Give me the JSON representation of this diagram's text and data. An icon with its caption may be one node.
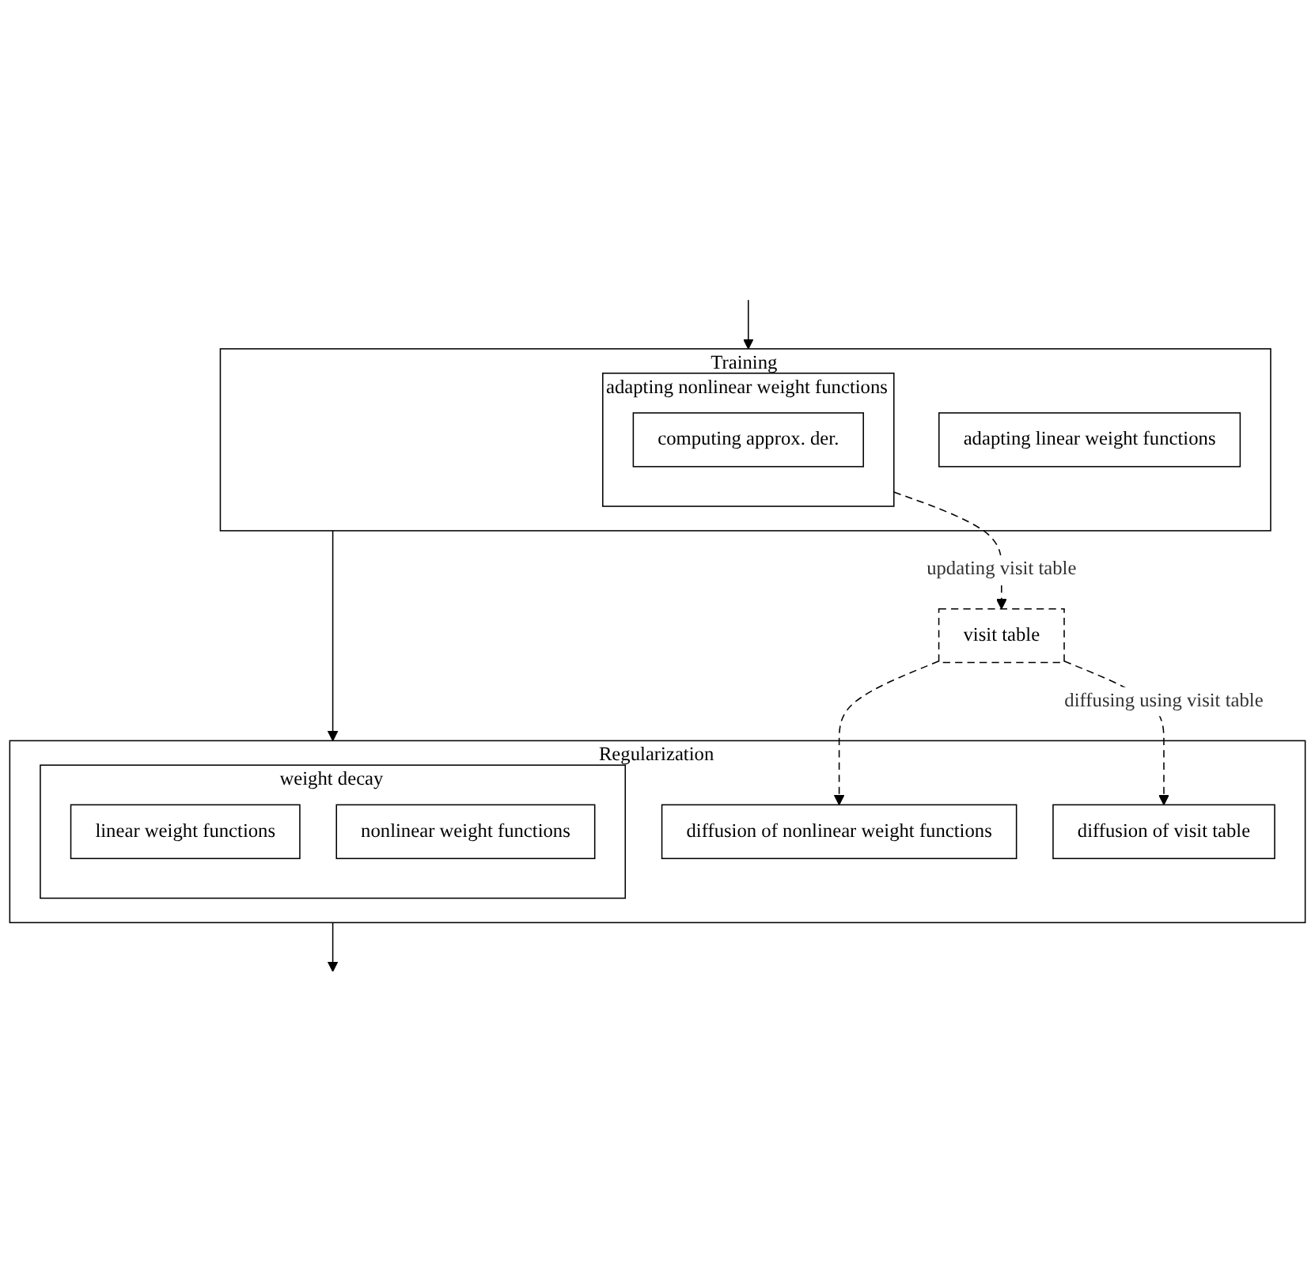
{
  "diagram": {
    "nodes": [
      {
        "text": [
          "Training"
        ]
      },
      {
        "text": [
          "adapting linear weight functions"
        ],
        "in": 0
      },
      {
        "text": [
          "adapting nonlinear weight functions"
        ],
        "in": 0
      },
      {
        "text": [
          "computing approx. der."
        ],
        "in": 2
      },
      {
        "text": [
          "visit table"
        ]
      },
      {
        "text": [
          "Regularization"
        ]
      },
      {
        "text": [
          "weight decay"
        ],
        "in": 5
      },
      {
        "text": [
          "linear weight functions"
        ],
        "in": 6
      },
      {
        "text": [
          "nonlinear weight functions"
        ],
        "in": 6
      },
      {
        "text": [
          "diffusion of nonlinear weight functions"
        ],
        "in": 5
      },
      {
        "text": [
          "diffusion of visit table"
        ],
        "in": 5
      }
    ],
    "edges": [
      {
        "from": null,
        "to": 0,
        "arrow": "to"
      },
      {
        "from": 0,
        "to": 5,
        "arrow": "to"
      },
      {
        "from": 5,
        "to": null,
        "arrow": "to"
      },
      {
        "from": 2,
        "to": 4,
        "arrow": "to",
        "style": "dashed",
        "label": "updating visit table"
      },
      {
        "from": 4,
        "to": 9,
        "arrow": "to",
        "style": "dashed"
      },
      {
        "from": 4,
        "to": 10,
        "arrow": "to",
        "style": "dashed",
        "label": "diffusing using visit table"
      }
    ]
  }
}
